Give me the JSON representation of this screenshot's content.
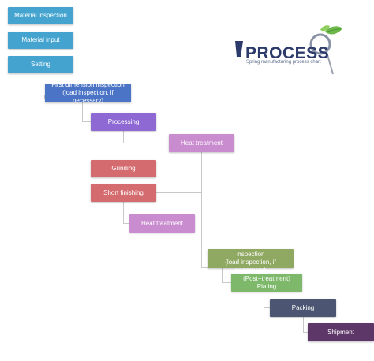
{
  "logo": {
    "word": "PROCESS",
    "tagline": "Spring manufacturing process chart"
  },
  "steps": [
    {
      "id": "material-inspection",
      "label": "Material inspection",
      "color": "#44a4cf"
    },
    {
      "id": "material-input",
      "label": "Material input",
      "color": "#44a4cf"
    },
    {
      "id": "setting",
      "label": "Setting",
      "color": "#44a4cf"
    },
    {
      "id": "first-dimension-inspection",
      "label": "First dimension inspection\n(load inspection, if necessary)",
      "color": "#4b74c7"
    },
    {
      "id": "processing",
      "label": "Processing",
      "color": "#8e69d4"
    },
    {
      "id": "heat-treatment-1",
      "label": "Heat treatment",
      "color": "#c98ccf"
    },
    {
      "id": "grinding",
      "label": "Grinding",
      "color": "#d46b6f"
    },
    {
      "id": "short-finishing",
      "label": "Short finishing",
      "color": "#d46b6f"
    },
    {
      "id": "heat-treatment-2",
      "label": "Heat treatment",
      "color": "#c98ccf"
    },
    {
      "id": "second-dimension-inspection",
      "label": "Second dimension inspection\n(load inspection, if necessary)",
      "color": "#8fa862"
    },
    {
      "id": "plating",
      "label": "(Post−treatment) Plating",
      "color": "#7db86b"
    },
    {
      "id": "packing",
      "label": "Packing",
      "color": "#4c5672"
    },
    {
      "id": "shipment",
      "label": "Shipment",
      "color": "#5e3769"
    }
  ]
}
